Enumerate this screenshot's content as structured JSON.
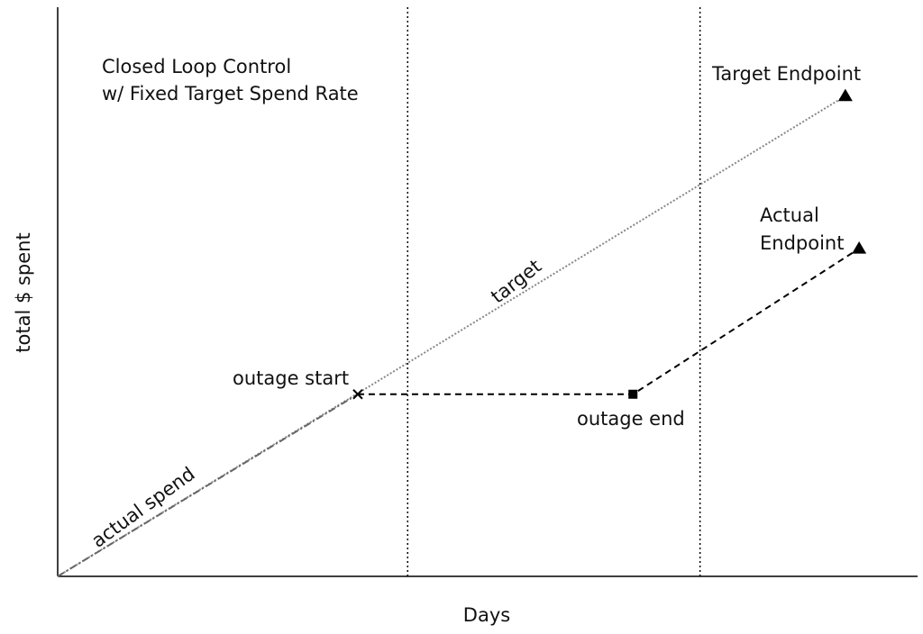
{
  "chart_data": {
    "type": "line",
    "title_lines": [
      "Closed Loop Control",
      "w/ Fixed Target Spend Rate"
    ],
    "xlabel": "Days",
    "ylabel": "total $ spent",
    "xlim": [
      0,
      100
    ],
    "ylim": [
      0,
      100
    ],
    "grid": false,
    "vlines": [
      40.7,
      74.7
    ],
    "series": [
      {
        "name": "target",
        "style": "dotted",
        "color": "#888888",
        "points": [
          [
            0,
            0
          ],
          [
            91.6,
            84.4
          ]
        ]
      },
      {
        "name": "actual spend",
        "style": "dashdot",
        "color": "#666666",
        "points": [
          [
            0,
            0
          ],
          [
            34.9,
            32.0
          ]
        ]
      },
      {
        "name": "",
        "style": "dashed",
        "color": "#000000",
        "points": [
          [
            34.9,
            32.0
          ],
          [
            66.9,
            32.0
          ],
          [
            93.2,
            57.6
          ]
        ]
      }
    ],
    "markers": [
      {
        "label": "outage start",
        "shape": "x",
        "x": 34.9,
        "y": 32.0
      },
      {
        "label": "outage end",
        "shape": "square",
        "x": 66.9,
        "y": 32.0
      },
      {
        "label": "Target Endpoint",
        "shape": "triangle",
        "x": 91.6,
        "y": 84.4
      },
      {
        "label": "Actual Endpoint",
        "shape": "triangle",
        "x": 93.2,
        "y": 57.6
      }
    ]
  },
  "annotations": {
    "target_label": "target",
    "actual_spend_label": "actual spend",
    "outage_start": "outage start",
    "outage_end": "outage end",
    "target_endpoint": "Target Endpoint",
    "actual_endpoint_lines": [
      "Actual",
      "Endpoint"
    ]
  }
}
